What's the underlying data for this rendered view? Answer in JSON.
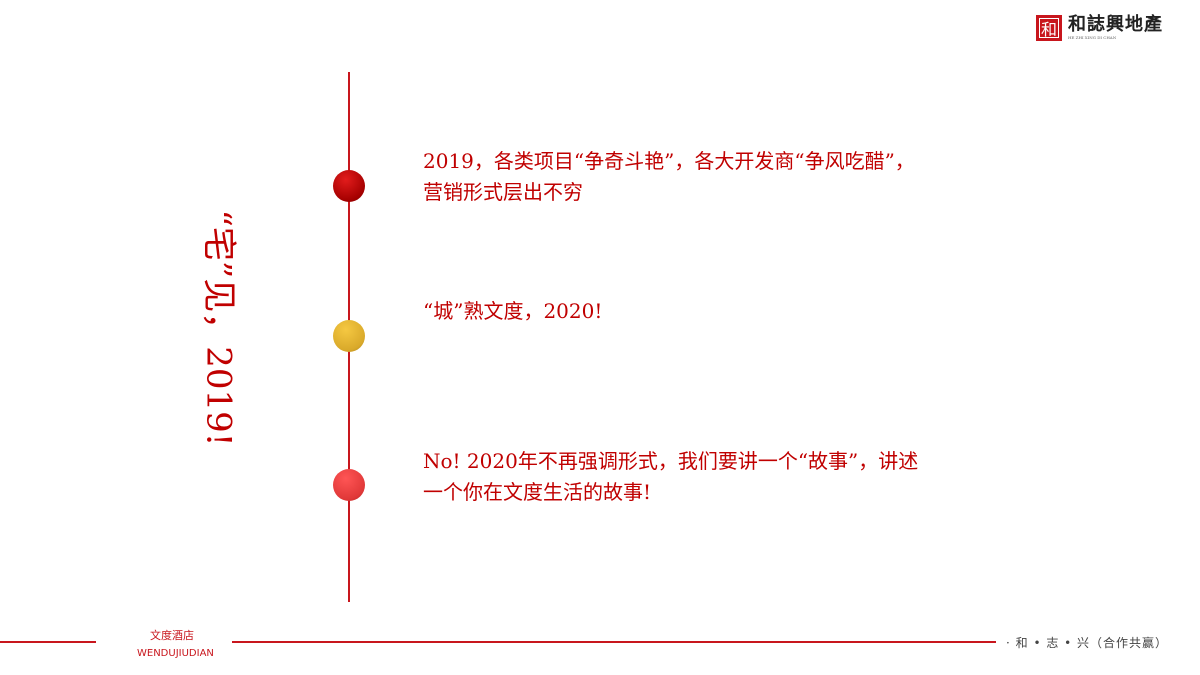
{
  "logo": {
    "mark": "和",
    "name": "和誌興地產",
    "subtitle": "HE ZHI XING DI CHAN"
  },
  "title": "“宅”见，2019!",
  "timeline": [
    {
      "line1": "2019，各类项目“争奇斗艳”，各大开发商“争风吃醋”，",
      "line2": "营销形式层出不穷",
      "color": "#b00000"
    },
    {
      "line1": "“城”熟文度，2020!",
      "line2": "",
      "color": "#e0b030"
    },
    {
      "line1": "No!  2020年不再强调形式，我们要讲一个“故事”，讲述",
      "line2": "一个你在文度生活的故事!",
      "color": "#e53a3a"
    }
  ],
  "footer": {
    "name_cn": "文度酒店",
    "name_en": "WENDUJIUDIAN",
    "slogan": "· 和 • 志 • 兴（合作共赢）"
  }
}
